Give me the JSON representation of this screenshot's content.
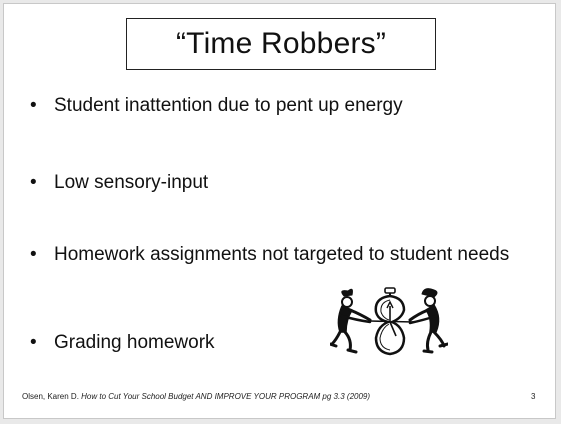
{
  "slide": {
    "title": "“Time Robbers”",
    "bullet_glyph": "•",
    "bullets": [
      {
        "text": "Student inattention due to pent up energy"
      },
      {
        "text": "Low sensory-input"
      },
      {
        "text": "Homework assignments not targeted to student needs"
      },
      {
        "text": "Grading homework"
      }
    ],
    "illustration_icon": "tug-of-war-over-clock-icon",
    "footer": {
      "author": "Olsen, Karen D.",
      "title_italic": "How to Cut Your School Budget AND IMPROVE YOUR PROGRAM pg 3.3",
      "year": "(2009)"
    },
    "page_number": "3"
  }
}
